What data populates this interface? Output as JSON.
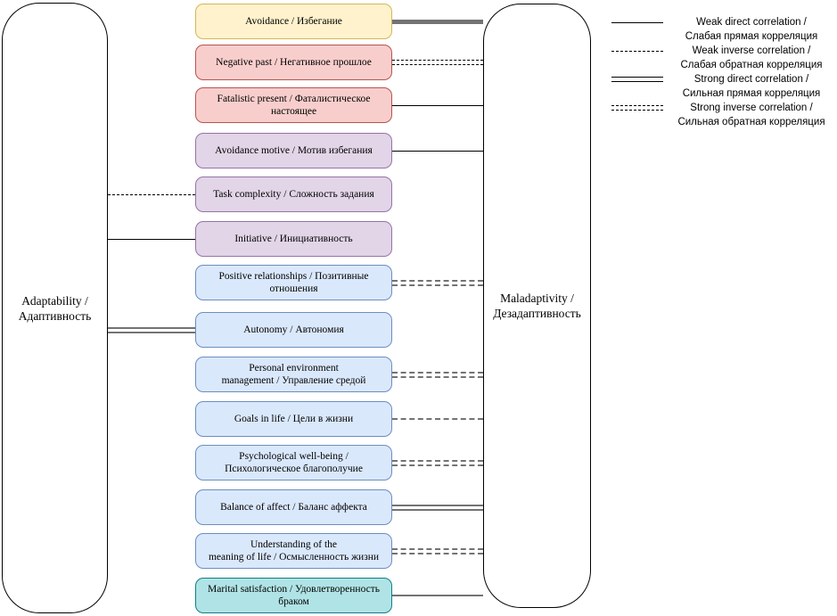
{
  "diagram": {
    "left_node": {
      "id": "adaptability",
      "label": "Adaptability / Адаптивность"
    },
    "right_node": {
      "id": "maladaptivity",
      "label": "Maladaptivity / Дезадаптивность"
    },
    "palette": {
      "yellow": {
        "fill": "#FFF2CC",
        "stroke": "#D6B656"
      },
      "red": {
        "fill": "#F8CECC",
        "stroke": "#B85450"
      },
      "purple": {
        "fill": "#E1D5E7",
        "stroke": "#9673A6"
      },
      "blue": {
        "fill": "#DAE8FC",
        "stroke": "#6C8EBF"
      },
      "teal": {
        "fill": "#B0E3E6",
        "stroke": "#0E8088"
      }
    },
    "colors": {
      "ink": "#000000",
      "gray": "#737373"
    },
    "nodes": [
      {
        "id": "avoidance",
        "color": "yellow",
        "lines": [
          "Avoidance / Избегание"
        ]
      },
      {
        "id": "negative-past",
        "color": "red",
        "lines": [
          "Negative past / Негативное прошлое"
        ]
      },
      {
        "id": "fatalistic-present",
        "color": "red",
        "lines": [
          "Fatalistic present / Фаталистическое",
          "настоящее"
        ]
      },
      {
        "id": "avoidance-motive",
        "color": "purple",
        "lines": [
          "Avoidance motive / Мотив избегания"
        ]
      },
      {
        "id": "task-complexity",
        "color": "purple",
        "lines": [
          "Task complexity / Сложность задания"
        ]
      },
      {
        "id": "initiative",
        "color": "purple",
        "lines": [
          "Initiative / Инициативность"
        ]
      },
      {
        "id": "positive-relationships",
        "color": "blue",
        "lines": [
          "Positive relationships / Позитивные",
          "отношения"
        ]
      },
      {
        "id": "autonomy",
        "color": "blue",
        "lines": [
          "Autonomy / Автономия"
        ]
      },
      {
        "id": "personal-environment-management",
        "color": "blue",
        "lines": [
          "Personal environment",
          "management / Управление средой"
        ]
      },
      {
        "id": "goals-in-life",
        "color": "blue",
        "lines": [
          "Goals in life / Цели в жизни"
        ]
      },
      {
        "id": "psychological-well-being",
        "color": "blue",
        "lines": [
          "Psychological well-being /",
          "Психологическое благополучие"
        ]
      },
      {
        "id": "balance-of-affect",
        "color": "blue",
        "lines": [
          "Balance of affect / Баланс аффекта"
        ]
      },
      {
        "id": "understanding-meaning-of-life",
        "color": "blue",
        "lines": [
          "Understanding of the",
          "meaning of life / Осмысленность жизни"
        ]
      },
      {
        "id": "marital-satisfaction",
        "color": "teal",
        "lines": [
          "Marital satisfaction / Удовлетворенность",
          "браком"
        ]
      }
    ],
    "connections": [
      {
        "node": 0,
        "side": "right",
        "type": "strong-direct",
        "style": "gray-merged"
      },
      {
        "node": 1,
        "side": "right",
        "type": "strong-inverse",
        "style": "ink"
      },
      {
        "node": 2,
        "side": "right",
        "type": "weak-direct",
        "style": "ink"
      },
      {
        "node": 3,
        "side": "right",
        "type": "weak-direct",
        "style": "ink"
      },
      {
        "node": 4,
        "side": "left",
        "type": "weak-inverse",
        "style": "ink"
      },
      {
        "node": 5,
        "side": "left",
        "type": "weak-direct",
        "style": "ink"
      },
      {
        "node": 6,
        "side": "right",
        "type": "strong-inverse",
        "style": "gray"
      },
      {
        "node": 7,
        "side": "left",
        "type": "strong-direct",
        "style": "gray"
      },
      {
        "node": 8,
        "side": "right",
        "type": "strong-inverse",
        "style": "gray"
      },
      {
        "node": 9,
        "side": "right",
        "type": "weak-inverse",
        "style": "gray"
      },
      {
        "node": 10,
        "side": "right",
        "type": "strong-inverse",
        "style": "gray"
      },
      {
        "node": 11,
        "side": "right",
        "type": "strong-direct",
        "style": "gray"
      },
      {
        "node": 12,
        "side": "right",
        "type": "strong-inverse",
        "style": "gray"
      },
      {
        "node": 13,
        "side": "right",
        "type": "weak-direct",
        "style": "gray"
      }
    ]
  },
  "legend": {
    "items": [
      {
        "style": "weak-direct",
        "lines": [
          "Weak direct correlation /",
          "Слабая прямая корреляция"
        ]
      },
      {
        "style": "weak-inverse",
        "lines": [
          "Weak inverse correlation /",
          "Слабая обратная корреляция"
        ]
      },
      {
        "style": "strong-direct",
        "lines": [
          "Strong direct correlation /",
          "Сильная прямая корреляция"
        ]
      },
      {
        "style": "strong-inverse",
        "lines": [
          "Strong inverse correlation /",
          "Сильная обратная корреляция"
        ]
      }
    ]
  }
}
